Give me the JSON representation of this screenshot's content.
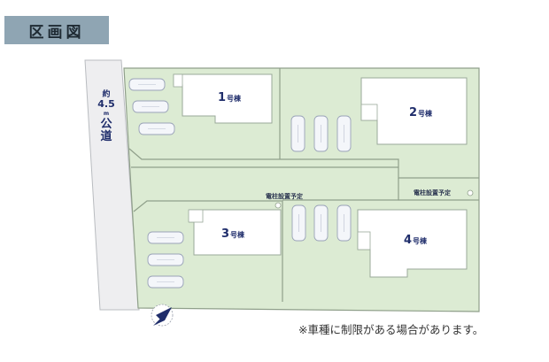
{
  "title": "区画図",
  "road": {
    "approx": "約",
    "width_value": "4.5",
    "unit": "m",
    "type_line1": "公",
    "type_line2": "道"
  },
  "buildings": [
    {
      "number": "1",
      "suffix": "号棟"
    },
    {
      "number": "2",
      "suffix": "号棟"
    },
    {
      "number": "3",
      "suffix": "号棟"
    },
    {
      "number": "4",
      "suffix": "号棟"
    }
  ],
  "utility_poles": [
    {
      "label": "電柱設置予定"
    },
    {
      "label": "電柱設置予定"
    }
  ],
  "note": "※車種に制限がある場合があります。",
  "colors": {
    "title_bg": "#8fa5b3",
    "lot_fill": "#dcebd3",
    "lot_border": "#8f9f8a",
    "road_fill": "#eeeef0",
    "label_color": "#1f2d6b"
  },
  "compass": {
    "icon": "north-arrow-icon"
  }
}
